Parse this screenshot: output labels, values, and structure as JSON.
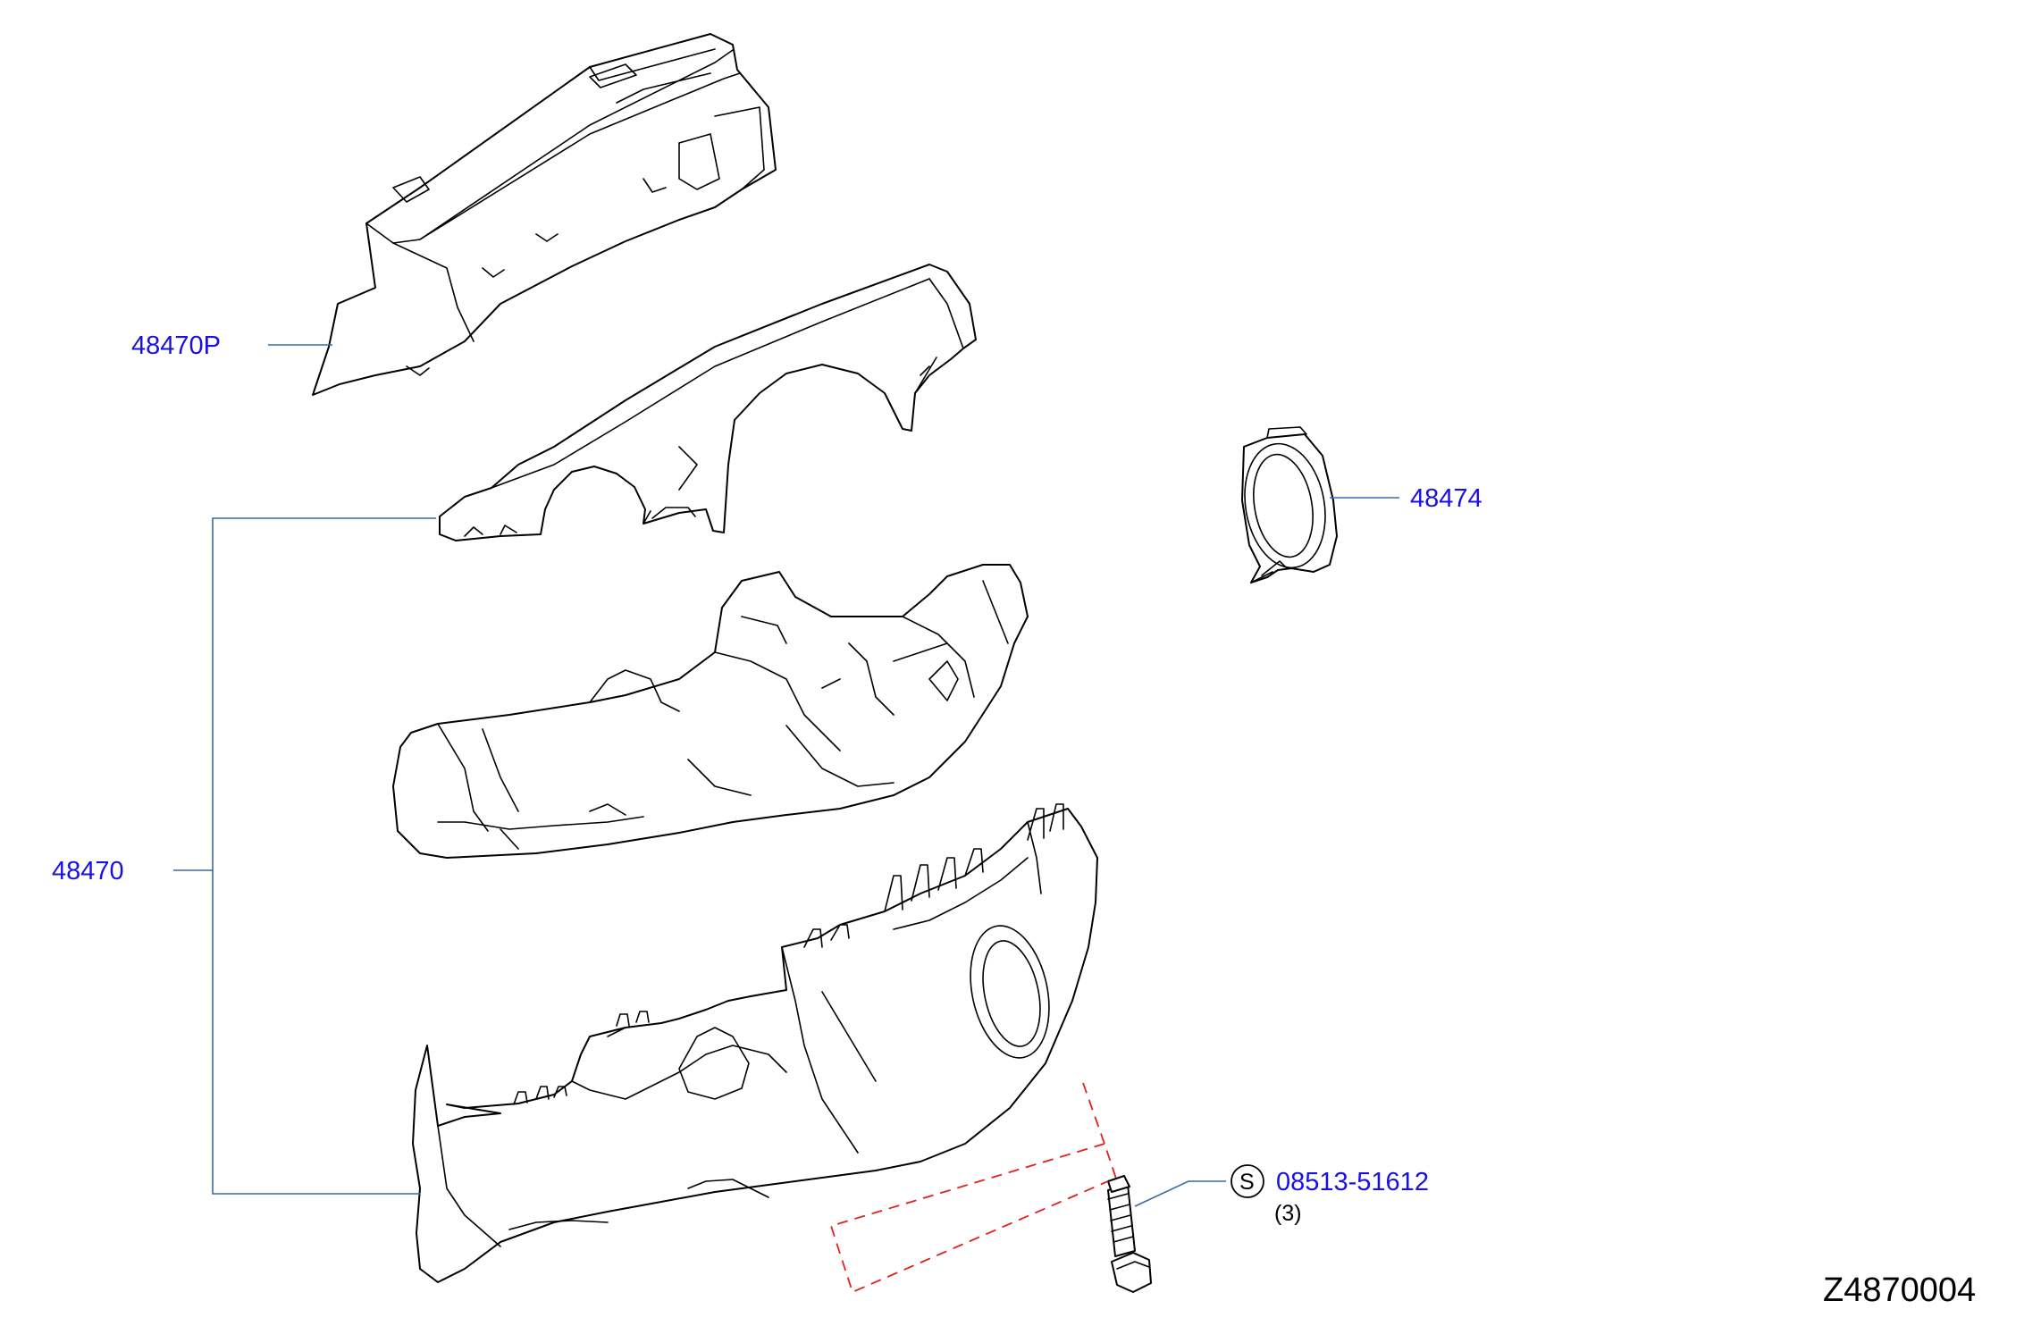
{
  "callouts": {
    "upper_bracket": "48470P",
    "cover_set": "48470",
    "ring": "48474",
    "screw": "08513-51612",
    "screw_qty": "(3)",
    "standard_symbol": "S"
  },
  "diagram_id": "Z4870004",
  "colors": {
    "callout_text": "#1a10e0",
    "leader_line": "#3a6aa8",
    "fastener_axis": "#e02020",
    "line_art": "#000000"
  }
}
